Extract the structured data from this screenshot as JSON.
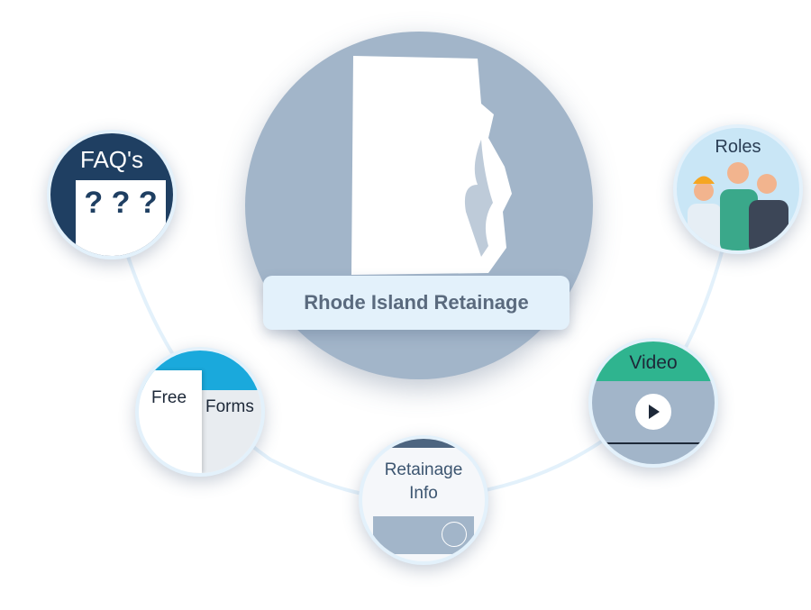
{
  "main": {
    "title": "Rhode Island Retainage"
  },
  "nodes": {
    "faq": {
      "label": "FAQ's",
      "marks": "? ? ?"
    },
    "roles": {
      "label": "Roles"
    },
    "forms": {
      "label1": "Free",
      "label2": "Forms"
    },
    "info": {
      "label1": "Retainage",
      "label2": "Info"
    },
    "video": {
      "label": "Video"
    }
  },
  "colors": {
    "circle": "#a2b5c9",
    "banner": "#e3f1fb",
    "faq": "#1f3f62",
    "video": "#2fb48f",
    "forms": "#1aa9dc"
  }
}
